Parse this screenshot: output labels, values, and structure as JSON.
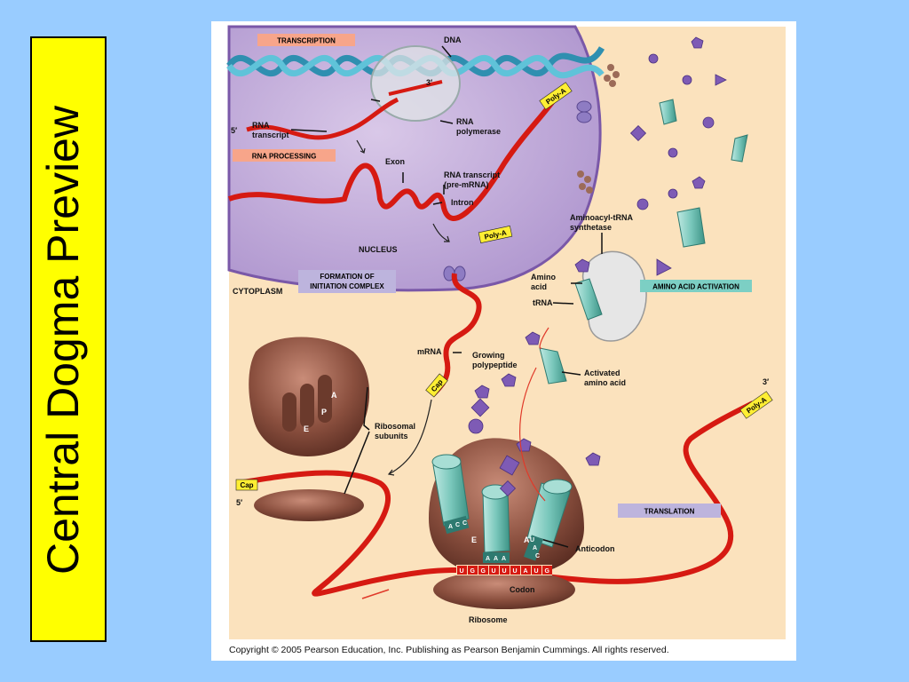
{
  "slide": {
    "title": "Central Dogma Preview",
    "colors": {
      "background": "#99ccff",
      "title_box": "#ffff00"
    }
  },
  "figure": {
    "sections": {
      "transcription": "TRANSCRIPTION",
      "rna_processing": "RNA PROCESSING",
      "formation": [
        "FORMATION OF",
        "INITIATION COMPLEX"
      ],
      "amino_acid_activation": "AMINO ACID ACTIVATION",
      "translation": "TRANSLATION"
    },
    "labels": {
      "dna": "DNA",
      "three_prime_top": "3′",
      "five_prime_left": "5′",
      "rna_transcript": [
        "RNA",
        "transcript"
      ],
      "rna_polymerase": [
        "RNA",
        "polymerase"
      ],
      "exon": "Exon",
      "pre_mrna": [
        "RNA transcript",
        "(pre-mRNA)"
      ],
      "intron": "Intron",
      "nucleus": "NUCLEUS",
      "cytoplasm": "CYTOPLASM",
      "poly_a": "Poly-A",
      "cap": "Cap",
      "synthetase": [
        "Aminoacyl-tRNA",
        "synthetase"
      ],
      "amino_acid": [
        "Amino",
        "acid"
      ],
      "trna": "tRNA",
      "mrna": "mRNA",
      "growing_polypeptide": [
        "Growing",
        "polypeptide"
      ],
      "activated_amino_acid": [
        "Activated",
        "amino acid"
      ],
      "three_prime_right": "3′",
      "ribosomal_subunits": [
        "Ribosomal",
        "subunits"
      ],
      "five_prime_bottom": "5′",
      "site_a": "A",
      "site_p": "P",
      "site_e": "E",
      "site_e_lower": "E",
      "site_a_lower": "A",
      "anticodon": "Anticodon",
      "codon": "Codon",
      "ribosome": "Ribosome"
    },
    "anticodon_bases": {
      "left": [
        "A",
        "C",
        "C"
      ],
      "middle": [
        "A",
        "A",
        "A"
      ],
      "right": [
        "U",
        "A",
        "C"
      ]
    },
    "codon_bases": [
      "U",
      "G",
      "G",
      "U",
      "U",
      "U",
      "A",
      "U",
      "G"
    ],
    "copyright": "Copyright ©  2005 Pearson Education, Inc. Publishing as Pearson Benjamin Cummings. All rights reserved.",
    "colors": {
      "panel": "#fbe2bd",
      "nucleus": "#c8b3dc",
      "mrna": "#d61a12",
      "dna": "#3aa6c4",
      "trna": "#79c7bb",
      "ribosome": "#7a4636",
      "amino_acid": "#7e5bb5",
      "poly_a": "#ffee33",
      "section_orange": "#f7a58a",
      "section_purple": "#bdb4dd",
      "section_teal": "#7ccfc4"
    }
  }
}
